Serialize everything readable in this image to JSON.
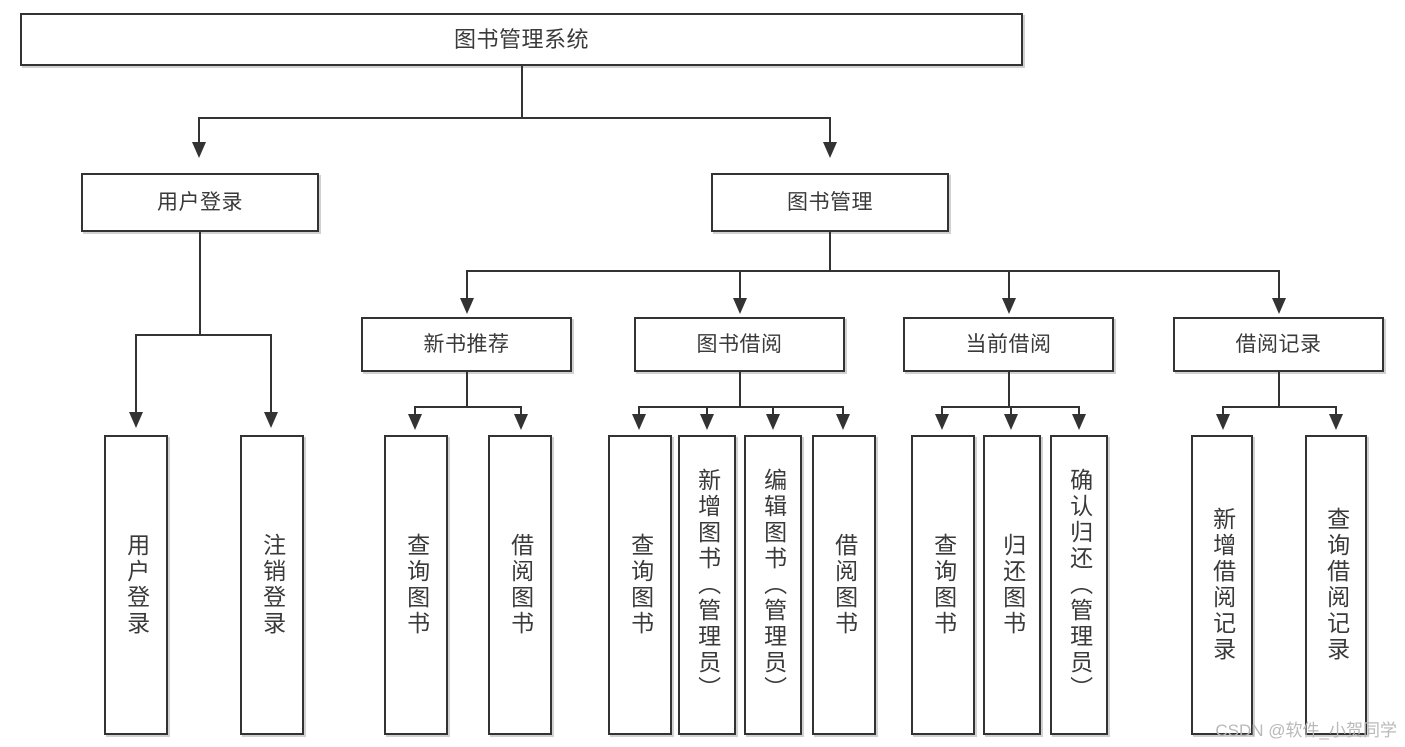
{
  "diagram": {
    "type": "tree-hierarchy",
    "title": "图书管理系统",
    "root": {
      "id": "root",
      "label": "图书管理系统",
      "orientation": "horizontal"
    },
    "level2": [
      {
        "id": "user-login",
        "label": "用户登录",
        "orientation": "horizontal"
      },
      {
        "id": "book-manage",
        "label": "图书管理",
        "orientation": "horizontal"
      }
    ],
    "level3": [
      {
        "id": "new-book-recommend",
        "label": "新书推荐",
        "orientation": "horizontal",
        "parent": "book-manage"
      },
      {
        "id": "book-borrow",
        "label": "图书借阅",
        "orientation": "horizontal",
        "parent": "book-manage"
      },
      {
        "id": "current-borrow",
        "label": "当前借阅",
        "orientation": "horizontal",
        "parent": "book-manage"
      },
      {
        "id": "borrow-record",
        "label": "借阅记录",
        "orientation": "horizontal",
        "parent": "book-manage"
      }
    ],
    "leaves": [
      {
        "id": "leaf-user-login",
        "label": "用户登录",
        "parent": "user-login"
      },
      {
        "id": "leaf-user-logout",
        "label": "注销登录",
        "parent": "user-login"
      },
      {
        "id": "leaf-query-book-rec",
        "label": "查询图书",
        "parent": "new-book-recommend"
      },
      {
        "id": "leaf-borrow-book-rec",
        "label": "借阅图书",
        "parent": "new-book-recommend"
      },
      {
        "id": "leaf-query-book-brw",
        "label": "查询图书",
        "parent": "book-borrow"
      },
      {
        "id": "leaf-add-book",
        "label": "新增图书（管理员）",
        "parent": "book-borrow"
      },
      {
        "id": "leaf-edit-book",
        "label": "编辑图书（管理员）",
        "parent": "book-borrow"
      },
      {
        "id": "leaf-borrow-book-brw",
        "label": "借阅图书",
        "parent": "book-borrow"
      },
      {
        "id": "leaf-query-book-cur",
        "label": "查询图书",
        "parent": "current-borrow"
      },
      {
        "id": "leaf-return-book",
        "label": "归还图书",
        "parent": "current-borrow"
      },
      {
        "id": "leaf-confirm-return",
        "label": "确认归还（管理员）",
        "parent": "current-borrow"
      },
      {
        "id": "leaf-add-record",
        "label": "新增借阅记录",
        "parent": "borrow-record"
      },
      {
        "id": "leaf-query-record",
        "label": "查询借阅记录",
        "parent": "borrow-record"
      }
    ],
    "colors": {
      "stroke": "#333333",
      "fill": "#ffffff",
      "text": "#3a3a3a",
      "watermark": "#b9b9b9"
    }
  },
  "watermark": {
    "text": "CSDN @软件_小贺同学"
  }
}
